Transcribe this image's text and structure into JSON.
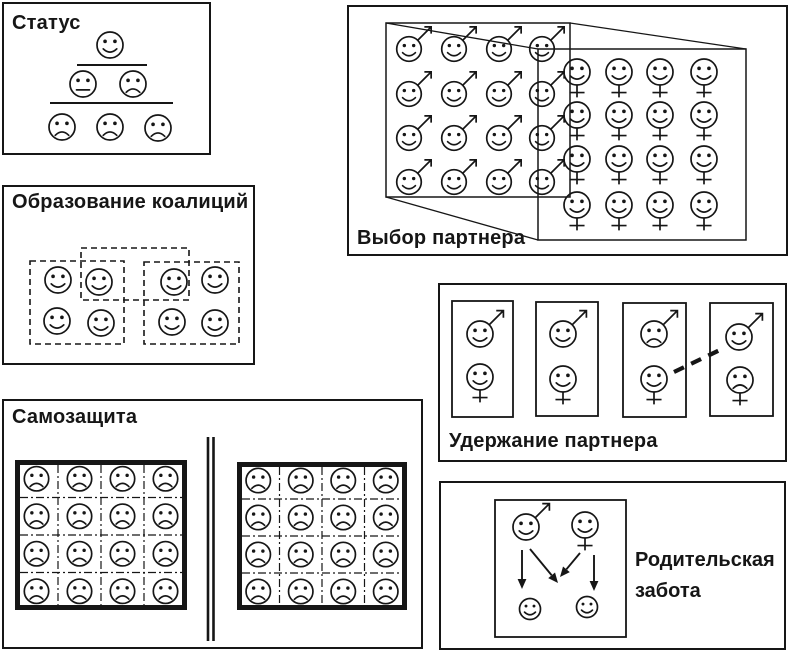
{
  "figure": {
    "background": "#ffffff",
    "ink": "#161616"
  },
  "panels": {
    "status": {
      "title": "Статус",
      "levels": [
        [
          "happy"
        ],
        [
          "neutral",
          "sad"
        ],
        [
          "sad",
          "sad",
          "sad"
        ]
      ]
    },
    "coalitions": {
      "title": "Образование коалиций",
      "groups": [
        [
          "happy",
          "happy",
          "happy",
          "happy"
        ],
        [
          "happy",
          "happy",
          "happy",
          "happy"
        ]
      ]
    },
    "self_defense": {
      "title": "Самозащита",
      "grids": [
        {
          "rows": 4,
          "cols": 4,
          "mood": "sad"
        },
        {
          "rows": 4,
          "cols": 4,
          "mood": "sad"
        }
      ]
    },
    "partner_choice": {
      "title": "Выбор партнера",
      "male_grid": {
        "rows": 4,
        "cols": 4,
        "sex": "male",
        "mood": "happy"
      },
      "female_grid": {
        "rows": 4,
        "cols": 4,
        "sex": "female",
        "mood": "happy"
      }
    },
    "partner_retention": {
      "title": "Удержание партнера",
      "pairs": [
        {
          "male": "happy",
          "female": "happy"
        },
        {
          "male": "happy",
          "female": "happy"
        },
        {
          "male": "sad",
          "female": "happy"
        },
        {
          "male": "happy",
          "female": "sad"
        }
      ]
    },
    "parental_care": {
      "title_lines": [
        "Родительская",
        "забота"
      ],
      "parents": [
        {
          "sex": "male",
          "mood": "happy"
        },
        {
          "sex": "female",
          "mood": "happy"
        }
      ],
      "children": [
        "happy",
        "happy"
      ]
    }
  }
}
